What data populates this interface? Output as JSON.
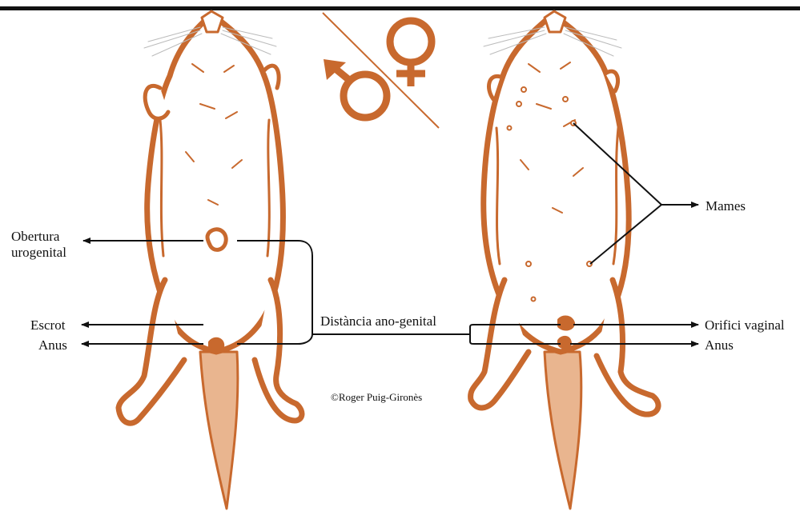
{
  "colors": {
    "ink": "#111111",
    "accent": "#c8692e",
    "fill": "#ffffff"
  },
  "icons": {
    "male": "male-symbol-icon",
    "female": "female-symbol-icon"
  },
  "labels": {
    "obertura": [
      "Obertura",
      "urogenital"
    ],
    "escrot": "Escrot",
    "anus_male": "Anus",
    "distancia": "Distància ano-genital",
    "mames": "Mames",
    "orifici": "Orifici vaginal",
    "anus_female": "Anus",
    "credit": "©Roger Puig-Gironès"
  }
}
